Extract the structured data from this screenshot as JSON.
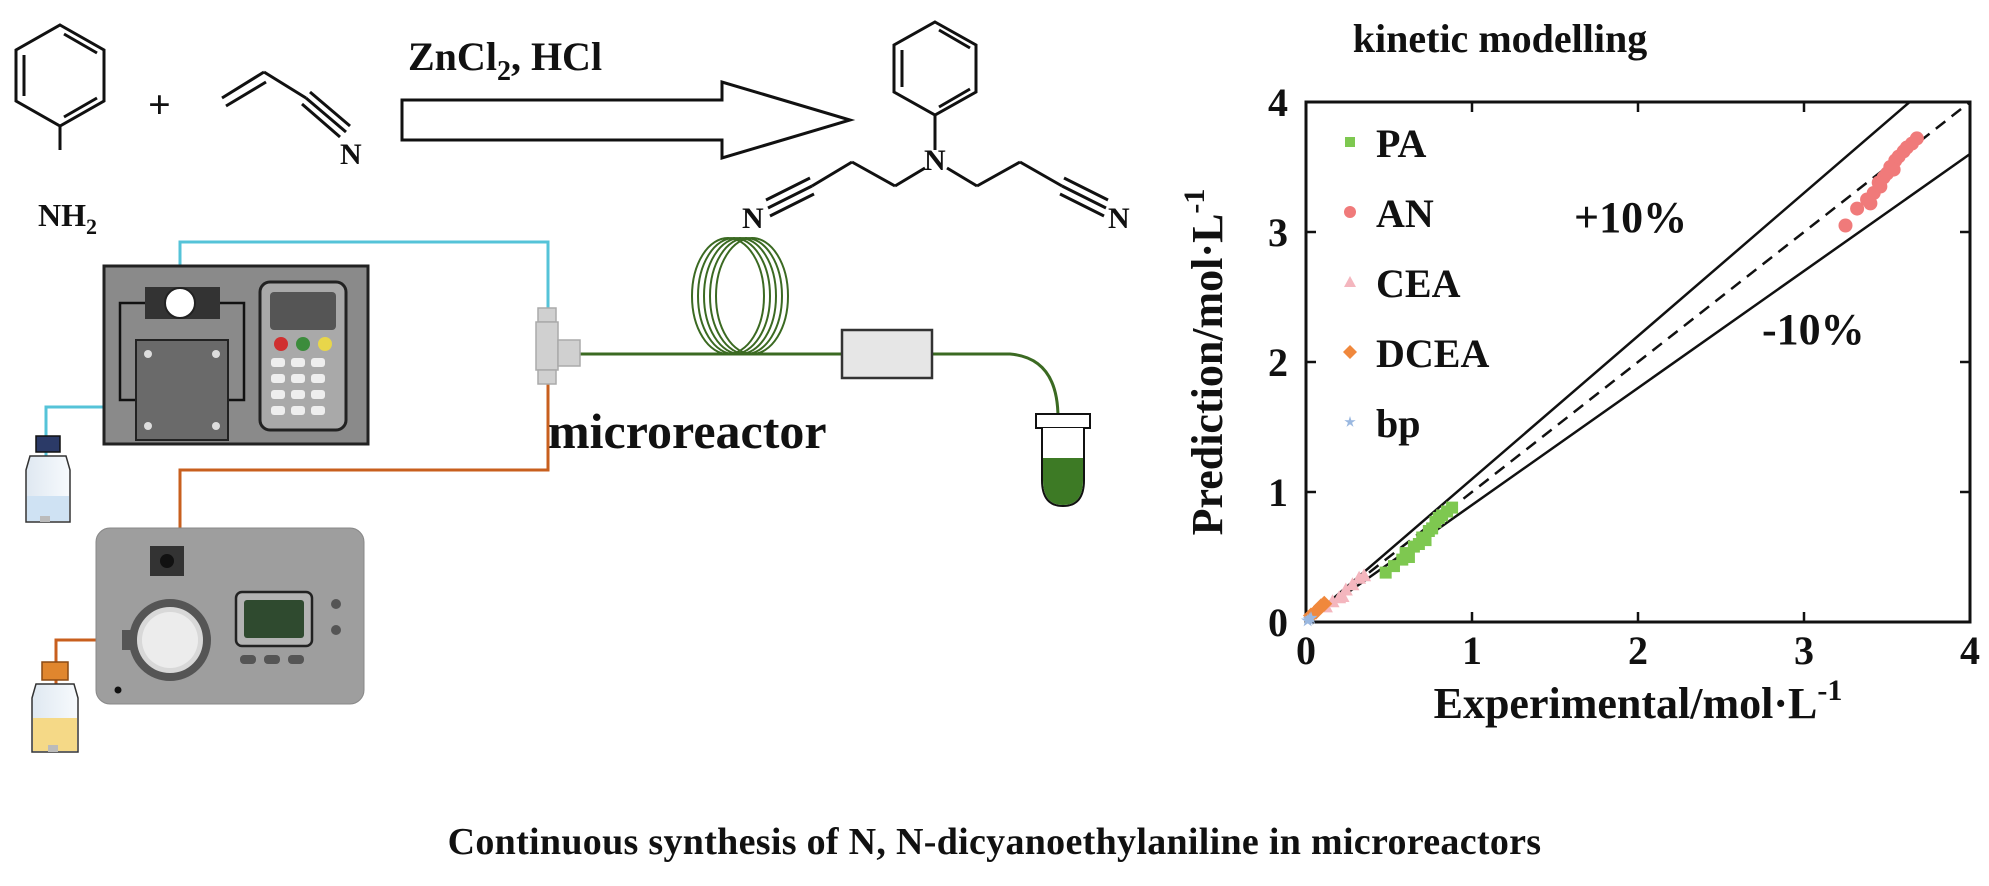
{
  "reaction": {
    "conditions_zn": "ZnCl",
    "conditions_sub": "2",
    "conditions_rest": ", HCl",
    "plus": "+",
    "aniline_group": "NH",
    "aniline_group_sub": "2",
    "nitrile_atom": "N",
    "product_center_atom": "N",
    "product_left_atom": "N",
    "product_right_atom": "N"
  },
  "setup": {
    "microreactor_label": "microreactor",
    "tube_colors": {
      "cyan": "#55c3d8",
      "orange": "#c85f1e",
      "green": "#3b6a22"
    },
    "pump_body_color": "#8a8a8a",
    "liquid_yellow": "#f5d987",
    "liquid_green": "#3d7a25",
    "icons": [
      "syringe-pump-icon",
      "pump-keypad-icon",
      "peristaltic-pump-icon",
      "coil-reactor-icon",
      "back-pressure-regulator-icon",
      "collection-tube-icon",
      "reagent-bottle-icon",
      "tee-mixer-icon"
    ]
  },
  "chart_data": {
    "type": "scatter",
    "title": "kinetic modelling",
    "xlabel": "Experimental/mol·L",
    "xlabel_sup": "-1",
    "ylabel": "Prediction/mol·L",
    "ylabel_sup": "-1",
    "xlim": [
      0,
      4
    ],
    "ylim": [
      0,
      4
    ],
    "xticks": [
      "0",
      "1",
      "2",
      "3",
      "4"
    ],
    "yticks": [
      "0",
      "1",
      "2",
      "3",
      "4"
    ],
    "grid": false,
    "legend_position": "top-left",
    "annotations": [
      "+10%",
      "-10%"
    ],
    "reference_lines": [
      {
        "kind": "dashed",
        "slope": 1.0
      },
      {
        "kind": "solid",
        "slope": 1.1
      },
      {
        "kind": "solid",
        "slope": 0.9
      }
    ],
    "series": [
      {
        "name": "PA",
        "marker": "square",
        "color": "#7ec850",
        "x": [
          0.48,
          0.53,
          0.58,
          0.6,
          0.62,
          0.65,
          0.68,
          0.7,
          0.72,
          0.74,
          0.76,
          0.78,
          0.8,
          0.82,
          0.85,
          0.88
        ],
        "y": [
          0.38,
          0.43,
          0.48,
          0.53,
          0.5,
          0.58,
          0.6,
          0.65,
          0.63,
          0.7,
          0.72,
          0.77,
          0.8,
          0.82,
          0.85,
          0.88
        ]
      },
      {
        "name": "AN",
        "marker": "circle",
        "color": "#f07a7a",
        "x": [
          3.25,
          3.32,
          3.38,
          3.42,
          3.45,
          3.48,
          3.5,
          3.52,
          3.55,
          3.57,
          3.6,
          3.62,
          3.65,
          3.68,
          3.4,
          3.46,
          3.54
        ],
        "y": [
          3.05,
          3.18,
          3.25,
          3.3,
          3.38,
          3.42,
          3.45,
          3.5,
          3.55,
          3.58,
          3.62,
          3.65,
          3.68,
          3.72,
          3.22,
          3.35,
          3.48
        ]
      },
      {
        "name": "CEA",
        "marker": "triangle",
        "color": "#f4b6be",
        "x": [
          0.12,
          0.16,
          0.2,
          0.24,
          0.28,
          0.32,
          0.35,
          0.22
        ],
        "y": [
          0.12,
          0.16,
          0.19,
          0.25,
          0.29,
          0.34,
          0.36,
          0.2
        ]
      },
      {
        "name": "DCEA",
        "marker": "diamond",
        "color": "#f0883c",
        "x": [
          0.03,
          0.06,
          0.09,
          0.11
        ],
        "y": [
          0.05,
          0.08,
          0.12,
          0.14
        ]
      },
      {
        "name": "bp",
        "marker": "star",
        "color": "#9ab8e0",
        "x": [
          0.01,
          0.02,
          0.03
        ],
        "y": [
          0.01,
          0.02,
          0.03
        ]
      }
    ]
  },
  "caption": "Continuous synthesis of N, N-dicyanoethylaniline in microreactors"
}
